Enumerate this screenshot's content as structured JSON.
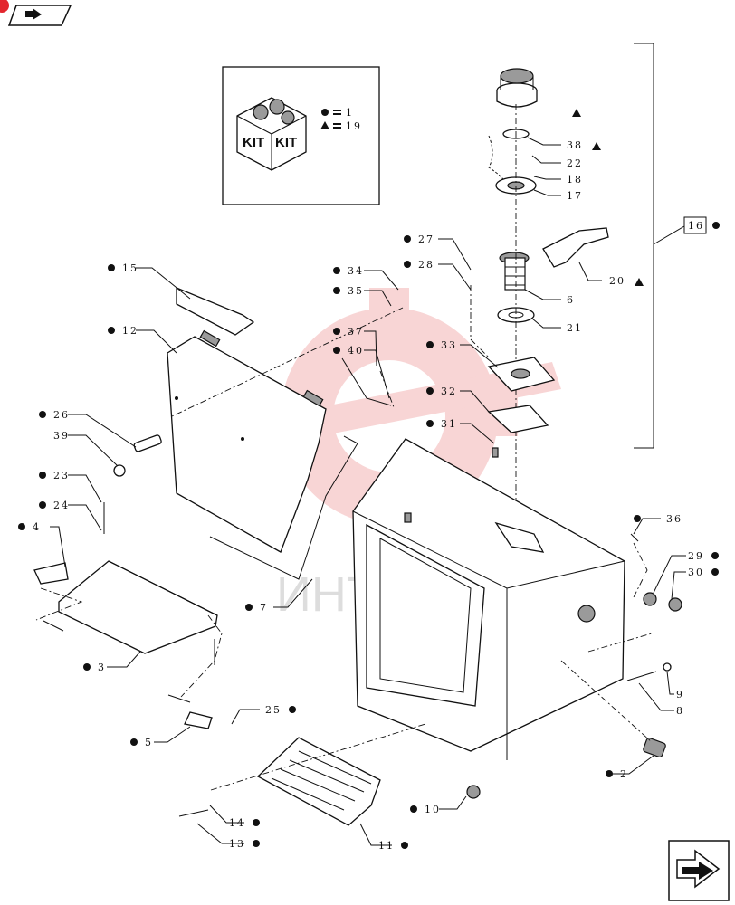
{
  "watermark": "ИНТЕХ",
  "kit_legend": {
    "dot_qty": "1",
    "triangle_qty": "19",
    "box_text_1": "KIT",
    "box_text_2": "KIT"
  },
  "callouts": [
    {
      "num": "15",
      "mark": "dot"
    },
    {
      "num": "12",
      "mark": "dot"
    },
    {
      "num": "26",
      "mark": "dot"
    },
    {
      "num": "39",
      "mark": ""
    },
    {
      "num": "23",
      "mark": "dot"
    },
    {
      "num": "24",
      "mark": "dot"
    },
    {
      "num": "4",
      "mark": "dot"
    },
    {
      "num": "3",
      "mark": "dot"
    },
    {
      "num": "5",
      "mark": "dot"
    },
    {
      "num": "25",
      "mark": "dot"
    },
    {
      "num": "14",
      "mark": "dot"
    },
    {
      "num": "13",
      "mark": "dot"
    },
    {
      "num": "11",
      "mark": "dot"
    },
    {
      "num": "10",
      "mark": "dot"
    },
    {
      "num": "2",
      "mark": "dot"
    },
    {
      "num": "8",
      "mark": ""
    },
    {
      "num": "9",
      "mark": ""
    },
    {
      "num": "30",
      "mark": "dot"
    },
    {
      "num": "29",
      "mark": "dot"
    },
    {
      "num": "36",
      "mark": "dot"
    },
    {
      "num": "7",
      "mark": "dot"
    },
    {
      "num": "34",
      "mark": "dot"
    },
    {
      "num": "35",
      "mark": "dot"
    },
    {
      "num": "37",
      "mark": "dot"
    },
    {
      "num": "40",
      "mark": "dot"
    },
    {
      "num": "27",
      "mark": "dot"
    },
    {
      "num": "28",
      "mark": "dot"
    },
    {
      "num": "33",
      "mark": "dot"
    },
    {
      "num": "32",
      "mark": "dot"
    },
    {
      "num": "31",
      "mark": "dot"
    },
    {
      "num": "38",
      "mark": "triangle"
    },
    {
      "num": "22",
      "mark": ""
    },
    {
      "num": "18",
      "mark": ""
    },
    {
      "num": "17",
      "mark": ""
    },
    {
      "num": "20",
      "mark": "triangle"
    },
    {
      "num": "6",
      "mark": ""
    },
    {
      "num": "21",
      "mark": ""
    },
    {
      "num": "16",
      "mark": "dot"
    }
  ]
}
